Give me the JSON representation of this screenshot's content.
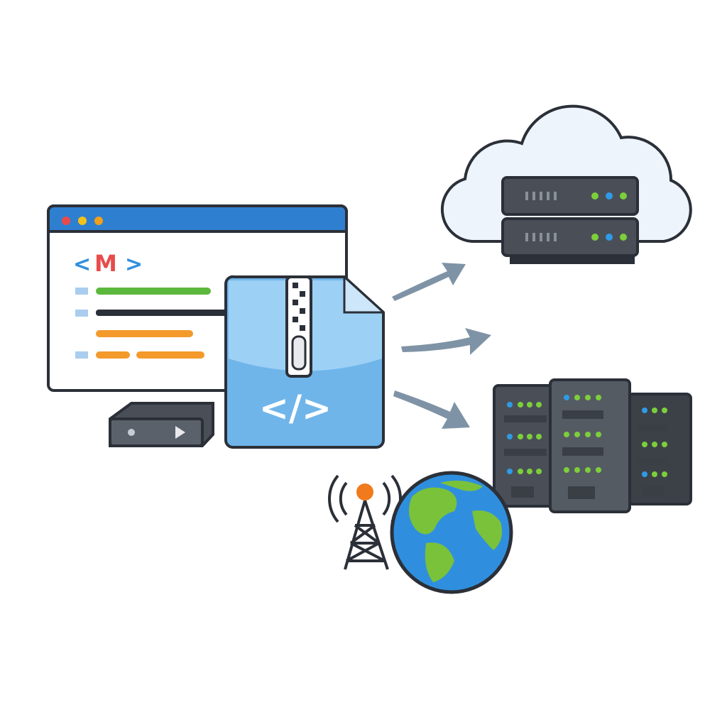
{
  "browser": {
    "markup_open": "<",
    "markup_letter": "M",
    "markup_close": ">"
  },
  "archive": {
    "code_symbol": "</>"
  },
  "colors": {
    "outline": "#2b3038",
    "browser_bar": "#2f7fd0",
    "dot_red": "#e94b4b",
    "dot_yellow": "#f2c21b",
    "dot_green_bar": "#f0a01b",
    "line_green": "#5cb83c",
    "line_dark": "#2b3038",
    "line_orange": "#f39a2b",
    "file_blue": "#6fb5ea",
    "arrow": "#7f93a6",
    "server_body": "#4a4f57",
    "led_green": "#7ccf3a",
    "led_blue": "#2f9be6",
    "cloud": "#eef4fb",
    "tower_dot": "#f07a1c",
    "globe_ocean": "#2f8fde",
    "globe_land": "#7ac23a"
  },
  "icons": [
    "browser-window",
    "media-player",
    "zip-archive",
    "arrow",
    "cloud-server",
    "server-rack",
    "radio-tower",
    "globe"
  ]
}
